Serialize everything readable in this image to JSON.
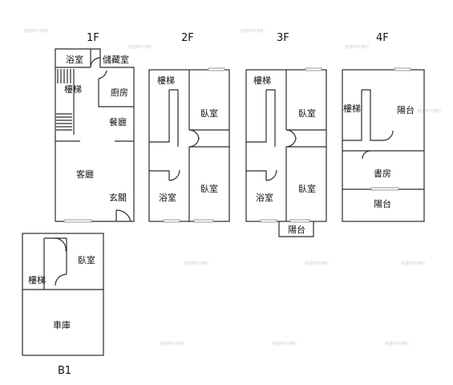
{
  "floors": {
    "f1": {
      "label": "1F",
      "rooms": {
        "bath": "浴室",
        "storage": "儲藏室",
        "stairs": "樓梯",
        "kitchen": "廚房",
        "dining": "餐廳",
        "living": "客廳",
        "entry": "玄關"
      }
    },
    "f2": {
      "label": "2F",
      "rooms": {
        "stairs": "樓梯",
        "bedroom_top": "臥室",
        "bath": "浴室",
        "bedroom_bottom": "臥室"
      }
    },
    "f3": {
      "label": "3F",
      "rooms": {
        "stairs": "樓梯",
        "bedroom_top": "臥室",
        "bath": "浴室",
        "bedroom_bottom": "臥室",
        "balcony": "陽台"
      }
    },
    "f4": {
      "label": "4F",
      "rooms": {
        "stairs": "樓梯",
        "balcony_top": "陽台",
        "study": "書房",
        "balcony_bottom": "陽台"
      }
    },
    "b1": {
      "label": "B1",
      "rooms": {
        "bedroom": "臥室",
        "stairs": "樓梯",
        "garage": "車庫"
      }
    }
  },
  "colors": {
    "wall": "#2b2b2b",
    "window": "#9a9a9a",
    "text": "#111111"
  }
}
